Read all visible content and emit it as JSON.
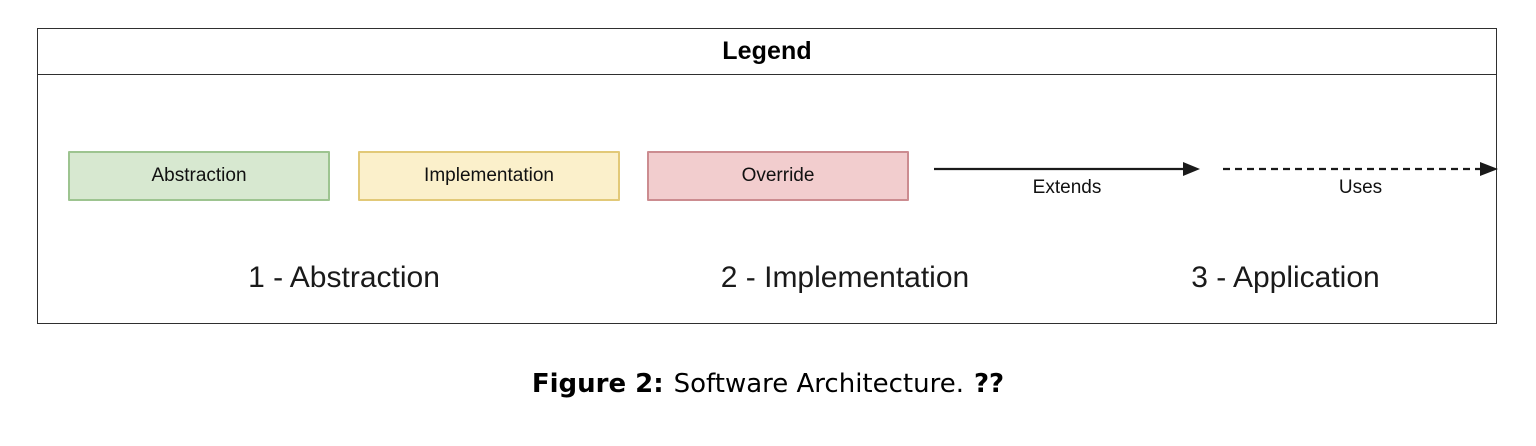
{
  "figure": {
    "legend": {
      "header_title": "Legend",
      "swatches": [
        {
          "label": "Abstraction",
          "fill": "#d7e8d0",
          "border": "#9dc490",
          "icon": "legend-swatch"
        },
        {
          "label": "Implementation",
          "fill": "#fbf0cb",
          "border": "#e2c978",
          "icon": "legend-swatch"
        },
        {
          "label": "Override",
          "fill": "#f2cdce",
          "border": "#cc8c90",
          "icon": "legend-swatch"
        }
      ],
      "arrows": [
        {
          "label": "Extends",
          "style": "solid",
          "icon": "arrow-right-solid-icon",
          "color": "#1a1a1a"
        },
        {
          "label": "Uses",
          "style": "dashed",
          "icon": "arrow-right-dashed-icon",
          "color": "#1a1a1a"
        }
      ],
      "layers": [
        {
          "label": "1 - Abstraction"
        },
        {
          "label": "2 - Implementation"
        },
        {
          "label": "3 - Application"
        }
      ]
    },
    "caption": {
      "label": "Figure 2:",
      "text": "Software Architecture.",
      "reference": "??"
    }
  }
}
